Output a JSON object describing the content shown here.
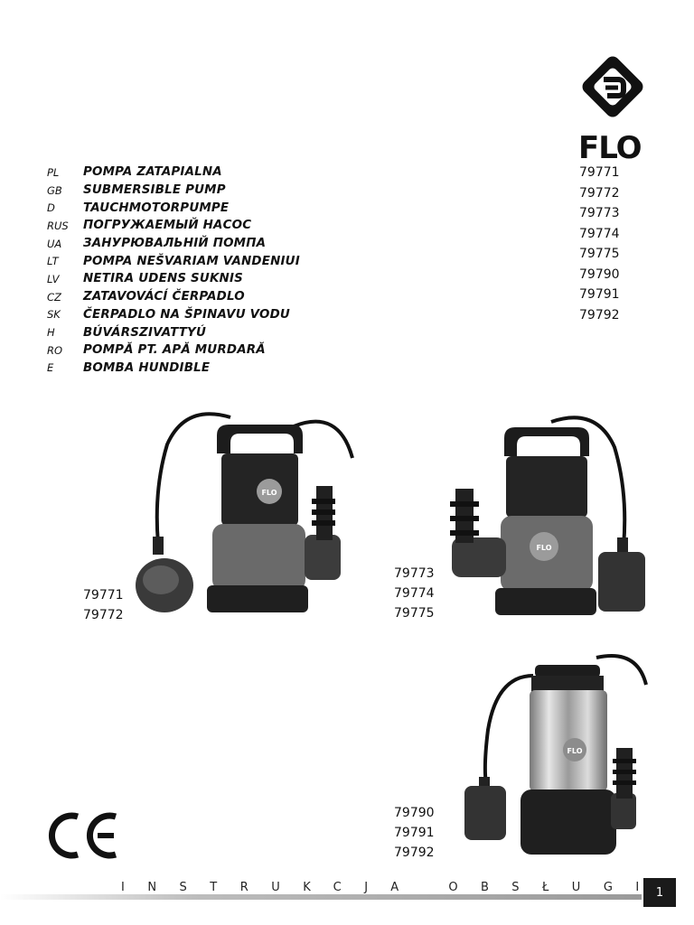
{
  "brand": {
    "name": "FLO"
  },
  "languages": [
    {
      "code": "PL",
      "title": "POMPA ZATAPIALNA"
    },
    {
      "code": "GB",
      "title": "SUBMERSIBLE PUMP"
    },
    {
      "code": "D",
      "title": "TAUCHMOTORPUMPE"
    },
    {
      "code": "RUS",
      "title": "ПОГРУЖАЕМЫЙ НАСОС"
    },
    {
      "code": "UA",
      "title": "ЗАНУРЮВАЛЬНІЙ ПОМПА"
    },
    {
      "code": "LT",
      "title": "POMPA NEŠVARIAM VANDENIUI"
    },
    {
      "code": "LV",
      "title": "NETIRA UDENS SUKNIS"
    },
    {
      "code": "CZ",
      "title": "ZATAVOVÁCÍ ČERPADLO"
    },
    {
      "code": "SK",
      "title": "ČERPADLO NA ŠPINAVU VODU"
    },
    {
      "code": "H",
      "title": "BÚVÁRSZIVATTYÚ"
    },
    {
      "code": "RO",
      "title": "POMPĂ PT. APĂ MURDARĂ"
    },
    {
      "code": "E",
      "title": "BOMBA HUNDIBLE"
    }
  ],
  "models": [
    "79771",
    "79772",
    "79773",
    "79774",
    "79775",
    "79790",
    "79791",
    "79792"
  ],
  "product_groups": [
    {
      "models": [
        "79771",
        "79772"
      ]
    },
    {
      "models": [
        "79773",
        "79774",
        "79775"
      ]
    },
    {
      "models": [
        "79790",
        "79791",
        "79792"
      ]
    }
  ],
  "mark": "CE",
  "footer": {
    "label": "INSTRUKCJA OBSŁUGI",
    "page": "1"
  }
}
